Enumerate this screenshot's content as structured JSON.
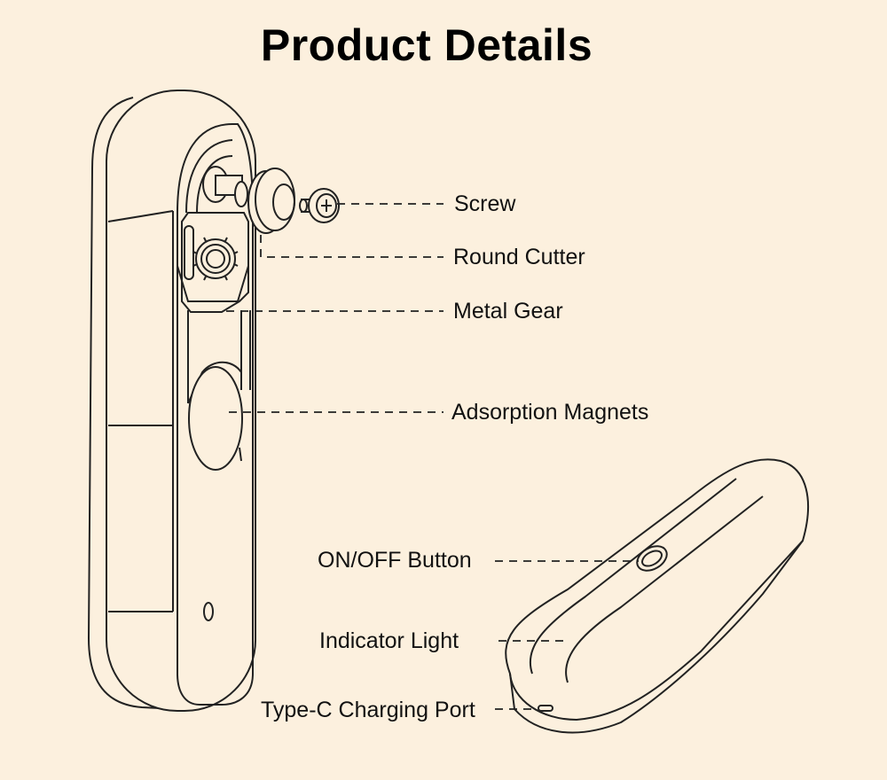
{
  "title": "Product Details",
  "labels": {
    "screw": "Screw",
    "round_cutter": "Round Cutter",
    "metal_gear": "Metal Gear",
    "adsorption_magnets": "Adsorption Magnets",
    "on_off_button": "ON/OFF Button",
    "indicator_light": "Indicator Light",
    "type_c_port": "Type-C Charging Port"
  },
  "colors": {
    "background": "#fcf0de",
    "line": "#222222",
    "text": "#111111"
  }
}
